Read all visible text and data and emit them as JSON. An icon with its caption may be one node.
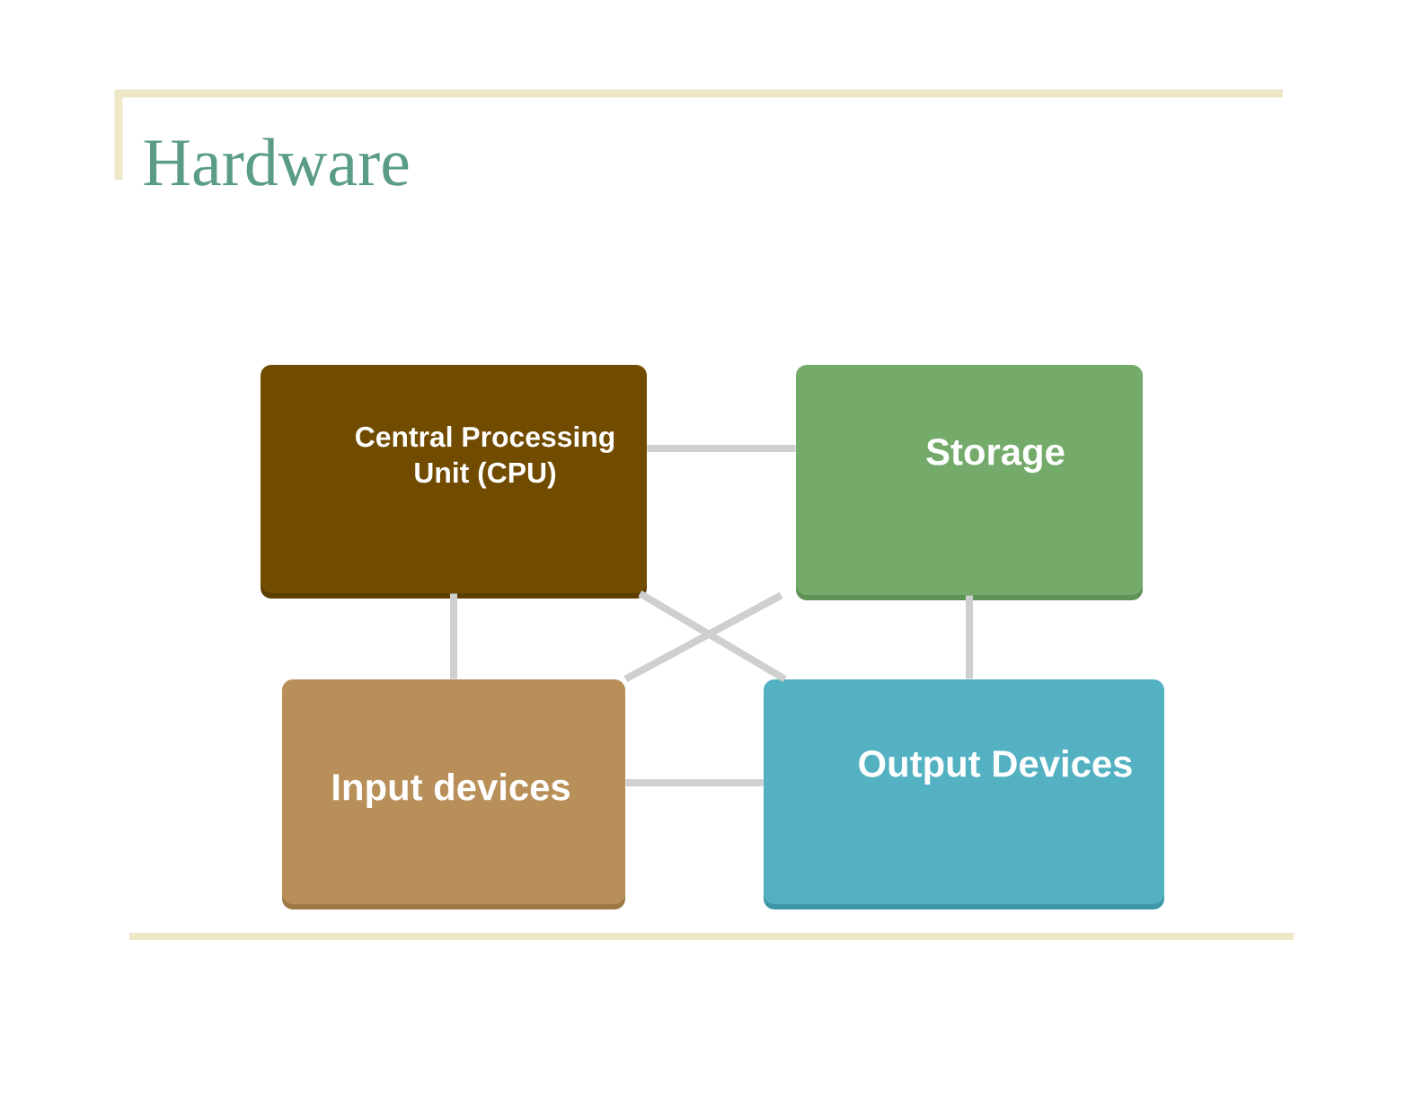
{
  "diagram": {
    "title": "Hardware",
    "nodes": [
      {
        "text": [
          "Central Processing Unit (CPU)"
        ]
      },
      {
        "text": [
          "Storage"
        ]
      },
      {
        "text": [
          "Input devices"
        ]
      },
      {
        "text": [
          "Output Devices"
        ]
      }
    ],
    "edges": [
      {
        "from": 0,
        "to": 1,
        "arrow": "none"
      },
      {
        "from": 0,
        "to": 2,
        "arrow": "none"
      },
      {
        "from": 0,
        "to": 3,
        "arrow": "none"
      },
      {
        "from": 1,
        "to": 2,
        "arrow": "none"
      },
      {
        "from": 1,
        "to": 3,
        "arrow": "none"
      },
      {
        "from": 2,
        "to": 3,
        "arrow": "none"
      }
    ]
  }
}
